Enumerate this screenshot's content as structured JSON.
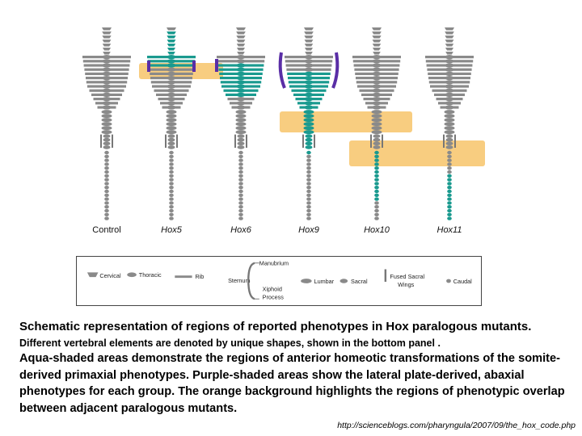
{
  "figure": {
    "columns": [
      {
        "label": "Control",
        "italic": false
      },
      {
        "label": "Hox5",
        "italic": true
      },
      {
        "label": "Hox6",
        "italic": true
      },
      {
        "label": "Hox9",
        "italic": true
      },
      {
        "label": "Hox10",
        "italic": true
      },
      {
        "label": "Hox11",
        "italic": true
      }
    ],
    "colors": {
      "vertebra": "#8a8a8a",
      "aqua": "#1a9a8f",
      "purple": "#5a2ea6",
      "orange": "#f7c46a"
    }
  },
  "legend": {
    "cervical": "Cervical",
    "thoracic": "Thoracic",
    "rib": "Rib",
    "sternum": "Sternum",
    "manubrium": "Manubrium",
    "xiphoid_1": "Xiphoid",
    "xiphoid_2": "Process",
    "lumbar": "Lumbar",
    "sacral": "Sacral",
    "fused_1": "Fused Sacral",
    "fused_2": "Wings",
    "caudal": "Caudal"
  },
  "caption": {
    "title": "Schematic representation of regions of reported phenotypes in Hox paralogous mutants.",
    "subtitle": "Different vertebral elements are denoted by unique shapes, shown in the bottom panel .",
    "body": "Aqua-shaded areas demonstrate the regions of anterior homeotic transformations of the somite-derived primaxial phenotypes. Purple-shaded areas show the lateral plate-derived, abaxial phenotypes for each group. The orange background highlights the regions of phenotypic overlap between adjacent paralogous mutants."
  },
  "source_url": "http://scienceblogs.com/pharyngula/2007/09/the_hox_code.php"
}
